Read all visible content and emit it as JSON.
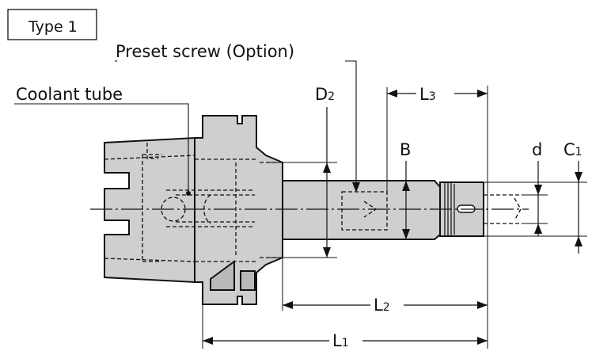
{
  "type_label": "Type 1",
  "callouts": {
    "preset_screw": "Preset screw (Option)",
    "coolant_tube": "Coolant tube"
  },
  "dimensions": {
    "D2": {
      "main": "D",
      "sub": "2"
    },
    "L3": {
      "main": "L",
      "sub": "3"
    },
    "L2": {
      "main": "L",
      "sub": "2"
    },
    "L1": {
      "main": "L",
      "sub": "1"
    },
    "B": {
      "main": "B",
      "sub": ""
    },
    "d": {
      "main": "d",
      "sub": ""
    },
    "C1": {
      "main": "C",
      "sub": "1"
    }
  }
}
